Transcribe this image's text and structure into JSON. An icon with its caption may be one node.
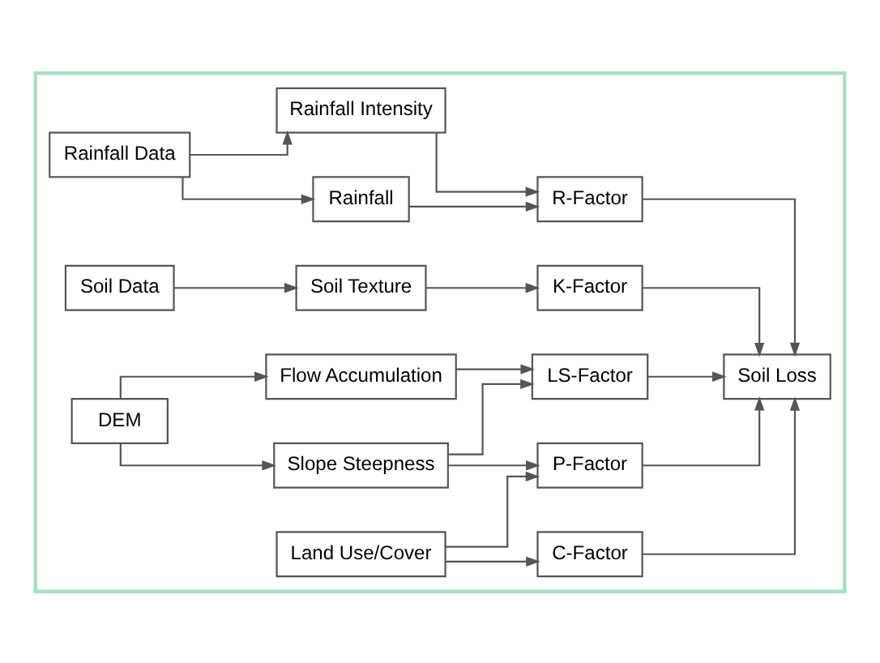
{
  "diagram": {
    "nodes": [
      {
        "text": [],
        "shape": "box"
      },
      {
        "text": [
          "Rainfall Data"
        ],
        "in": 0
      },
      {
        "text": [
          "Rainfall"
        ],
        "in": 0
      },
      {
        "text": [
          "Rainfall Intensity"
        ],
        "in": 0
      },
      {
        "text": [
          "R-Factor"
        ],
        "in": 0
      },
      {
        "text": [
          "Soil Data"
        ],
        "in": 0
      },
      {
        "text": [
          "Soil Texture"
        ],
        "in": 0
      },
      {
        "text": [
          "K-Factor"
        ],
        "in": 0
      },
      {
        "text": [
          "DEM"
        ],
        "in": 0
      },
      {
        "text": [
          "Flow Accumulation"
        ],
        "in": 0
      },
      {
        "text": [
          "Slope Steepness"
        ],
        "in": 0
      },
      {
        "text": [
          "LS-Factor"
        ],
        "in": 0
      },
      {
        "text": [
          "P-Factor"
        ],
        "in": 0
      },
      {
        "text": [
          "Land Use/Cover"
        ],
        "in": 0
      },
      {
        "text": [
          "C-Factor"
        ],
        "in": 0
      },
      {
        "text": [
          "Soil Loss"
        ],
        "in": 0
      }
    ],
    "edges": [
      {
        "from": 1,
        "to": 2,
        "arrow": "to"
      },
      {
        "from": 1,
        "to": 3,
        "arrow": "to"
      },
      {
        "from": 2,
        "to": 4,
        "arrow": "to"
      },
      {
        "from": 3,
        "to": 4,
        "arrow": "to"
      },
      {
        "from": 5,
        "to": 6,
        "arrow": "to"
      },
      {
        "from": 6,
        "to": 7,
        "arrow": "to"
      },
      {
        "from": 8,
        "to": 9,
        "arrow": "to"
      },
      {
        "from": 8,
        "to": 10,
        "arrow": "to"
      },
      {
        "from": 9,
        "to": 11,
        "arrow": "to"
      },
      {
        "from": 10,
        "to": 11,
        "arrow": "to"
      },
      {
        "from": 10,
        "to": 12,
        "arrow": "to"
      },
      {
        "from": 13,
        "to": 12,
        "arrow": "to"
      },
      {
        "from": 13,
        "to": 14,
        "arrow": "to"
      },
      {
        "from": 4,
        "to": 15,
        "arrow": "to"
      },
      {
        "from": 7,
        "to": 15,
        "arrow": "to"
      },
      {
        "from": 11,
        "to": 15,
        "arrow": "to"
      },
      {
        "from": 12,
        "to": 15,
        "arrow": "to"
      },
      {
        "from": 14,
        "to": 15,
        "arrow": "to"
      }
    ]
  }
}
